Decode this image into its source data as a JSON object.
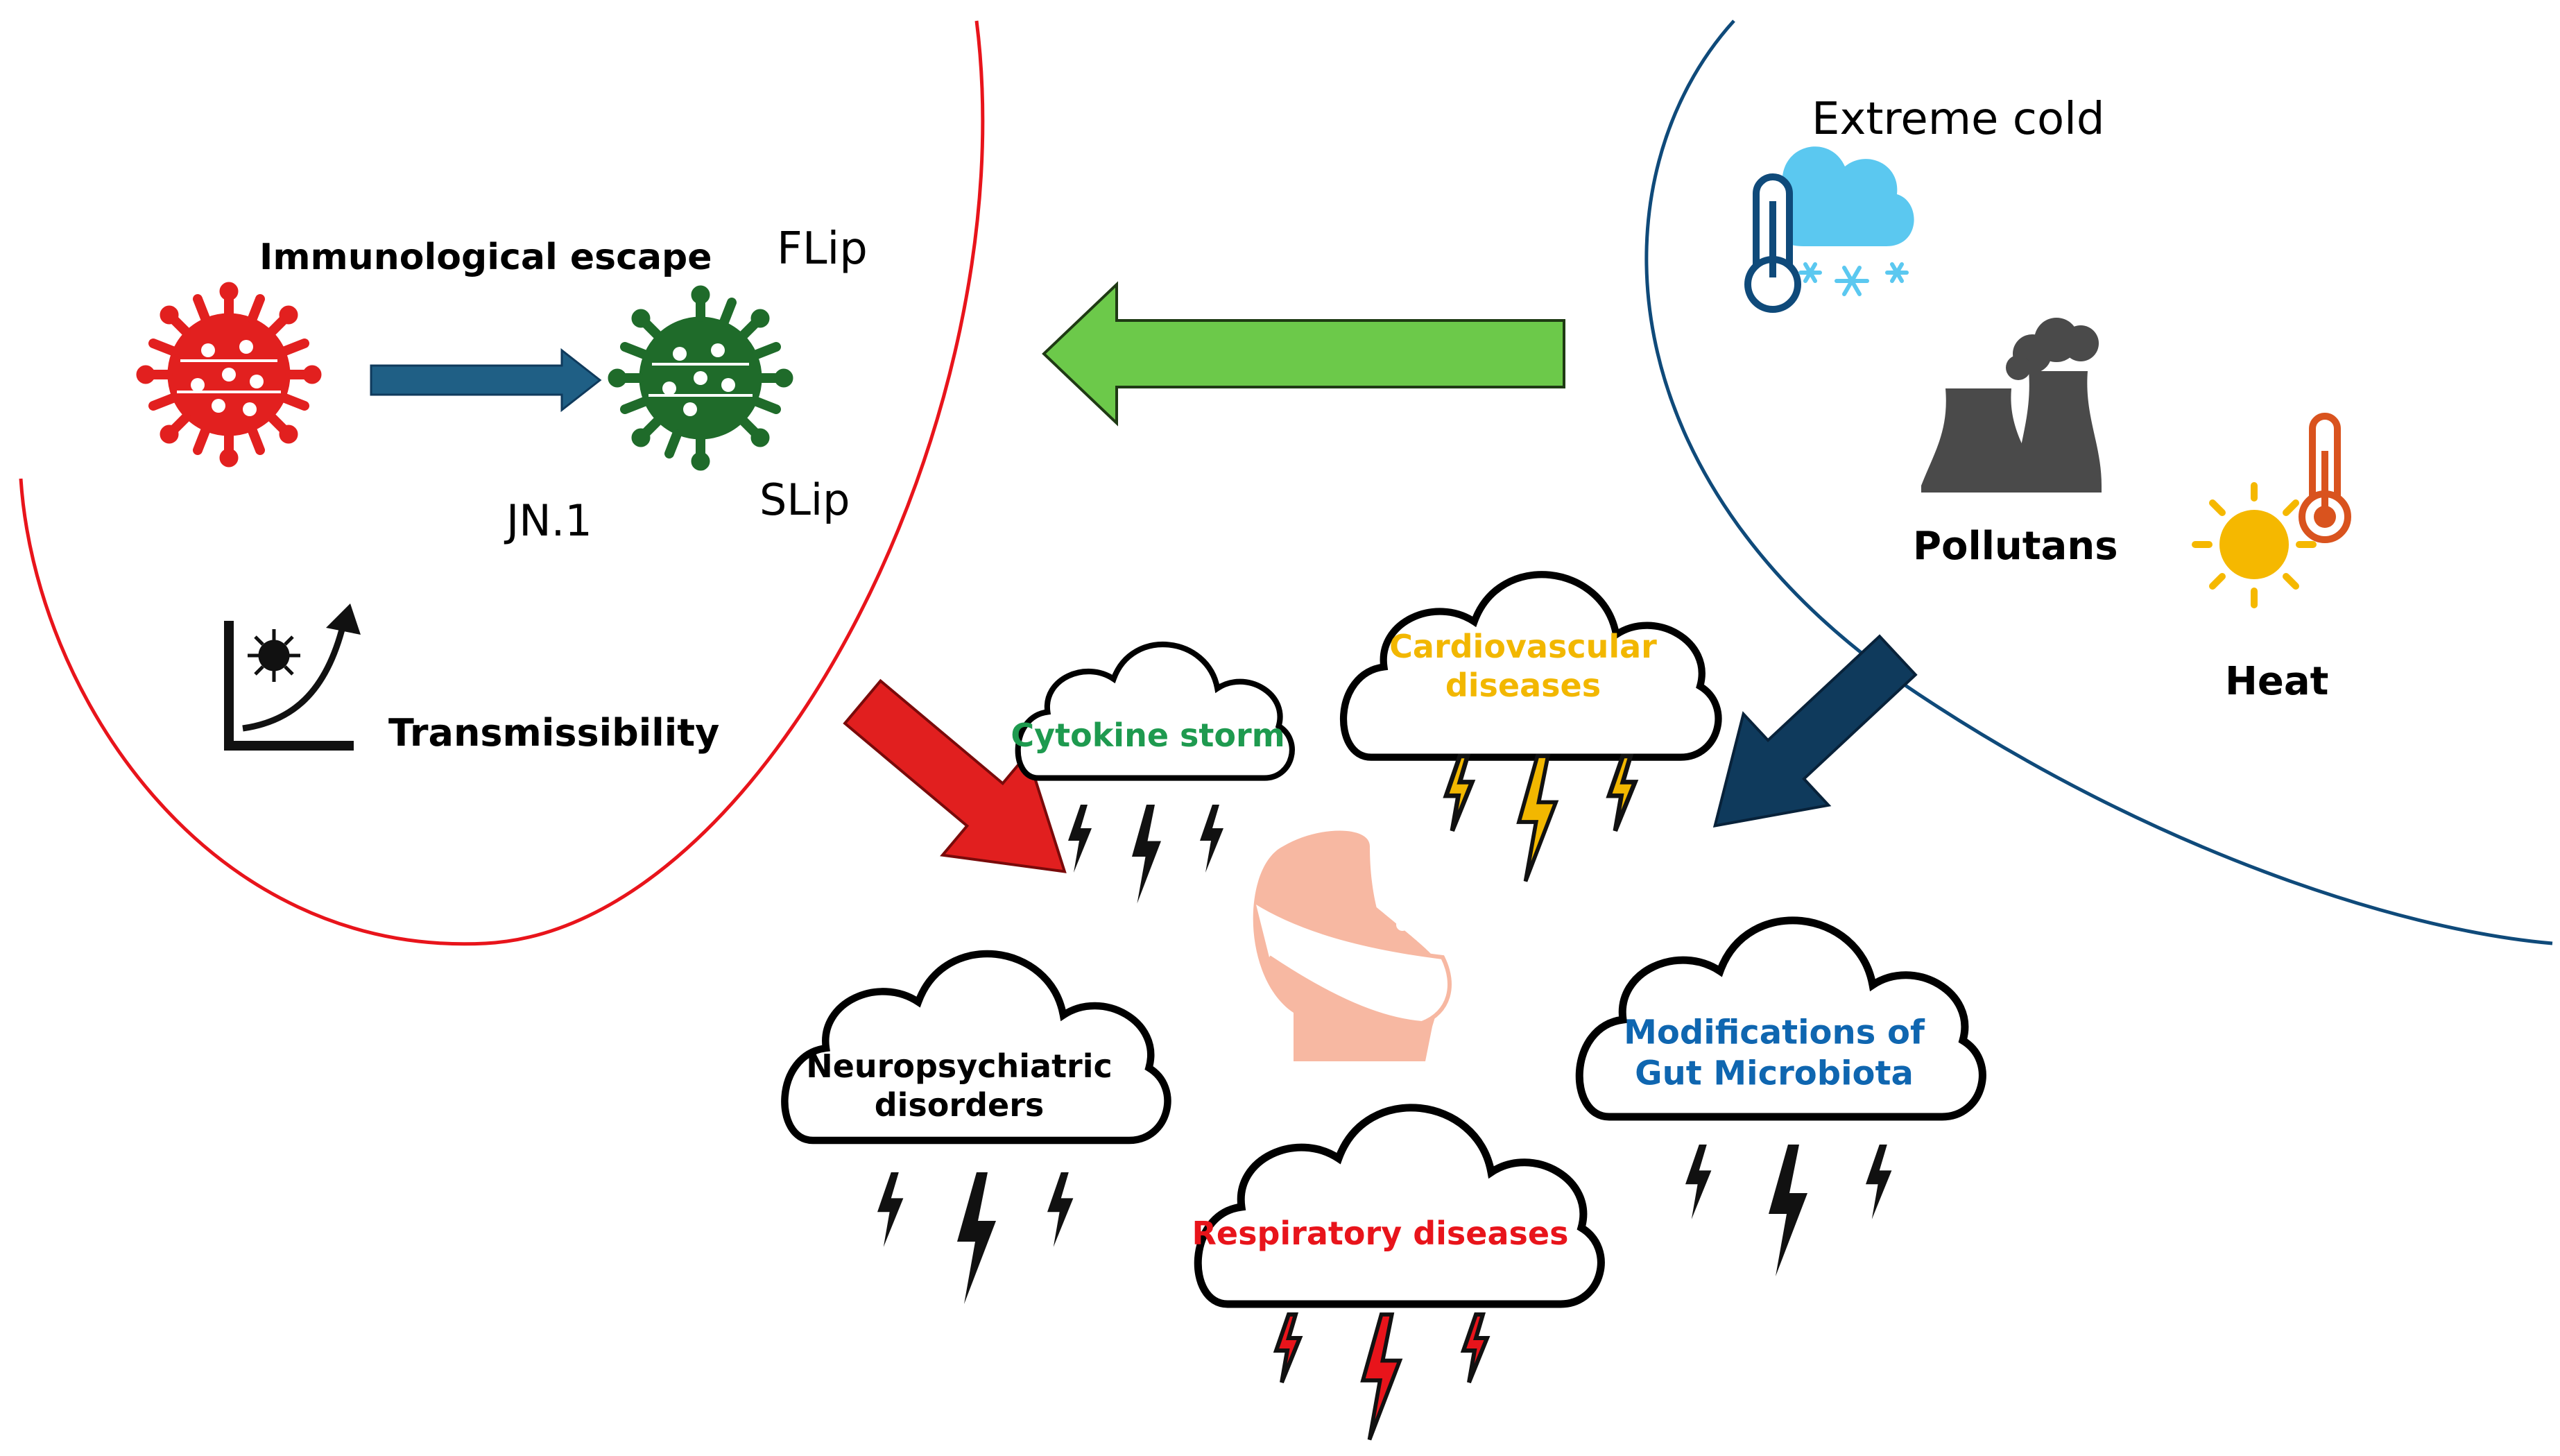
{
  "virus_panel": {
    "immunological_escape": "Immunological escape",
    "variant_top": "FLip",
    "variant_bottom": "SLip",
    "variant_base": "JN.1",
    "transmissibility": "Transmissibility",
    "icons": [
      "virus-icon",
      "mutated-virus-icon",
      "transmissibility-graph-icon"
    ],
    "colors": {
      "boundary": "#e8141b",
      "virus_original": "#e2201f",
      "virus_mutated": "#1f6b2a",
      "arrow": "#1f5f85"
    }
  },
  "environment_panel": {
    "extreme_cold": "Extreme cold",
    "pollutants": "Pollutans",
    "heat": "Heat",
    "icons": [
      "snow-thermometer-icon",
      "factory-smoke-icon",
      "sun-thermometer-icon"
    ],
    "colors": {
      "boundary": "#0f4a7a",
      "sun": "#f5b800",
      "thermometer_hot": "#d9531e",
      "snow_cloud": "#5bc8f0",
      "factory": "#4a4a4a"
    }
  },
  "center": {
    "icons": [
      "masked-person-icon"
    ],
    "colors": {
      "person": "#f7b8a2",
      "green_arrow": "#6cc94a",
      "red_arrow": "#e11f1f",
      "blue_arrow": "#0f3a5c"
    }
  },
  "outcomes": {
    "cytokine_storm": {
      "label": "Cytokine storm",
      "color": "#1e9a4f"
    },
    "cardiovascular": {
      "line1": "Cardiovascular",
      "line2": "diseases",
      "color": "#f2b700"
    },
    "neuropsychiatric": {
      "line1": "Neuropsychiatric",
      "line2": "disorders",
      "color": "#000000"
    },
    "respiratory": {
      "label": "Respiratory diseases",
      "color": "#e8141b"
    },
    "gut": {
      "line1": "Modifications of",
      "line2": "Gut Microbiota",
      "color": "#0f66b0"
    }
  }
}
